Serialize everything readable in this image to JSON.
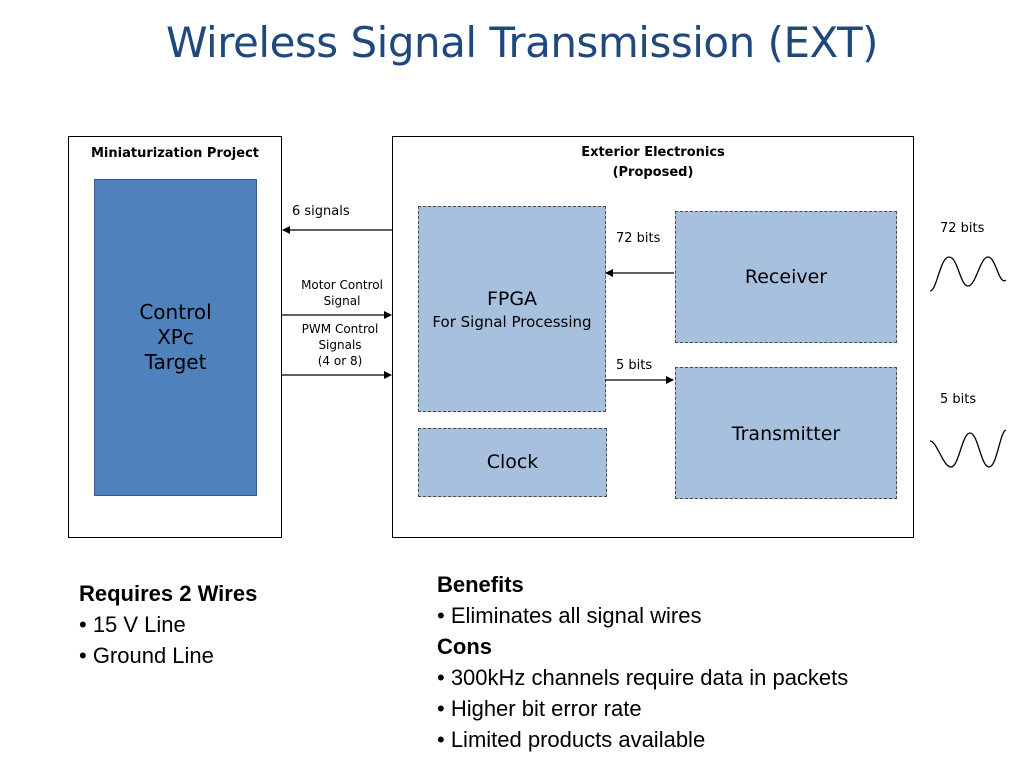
{
  "title": "Wireless Signal Transmission (EXT)",
  "left_box": {
    "title": "Miniaturization Project",
    "control_block": [
      "Control",
      "XPc",
      "Target"
    ]
  },
  "right_box": {
    "title_line1": "Exterior Electronics",
    "title_line2": "(Proposed)",
    "fpga": {
      "line1": "FPGA",
      "line2": "For Signal Processing"
    },
    "clock": "Clock",
    "receiver": "Receiver",
    "transmitter": "Transmitter"
  },
  "signals": {
    "six_signals": "6 signals",
    "motor_control": [
      "Motor Control",
      "Signal"
    ],
    "pwm_control": [
      "PWM Control",
      "Signals",
      "(4 or 8)"
    ],
    "fpga_in_bits": "72 bits",
    "fpga_out_bits": "5 bits",
    "wave_top_bits": "72 bits",
    "wave_bottom_bits": "5 bits"
  },
  "left_text": {
    "heading": "Requires 2 Wires",
    "items": [
      "• 15 V Line",
      "• Ground Line"
    ]
  },
  "right_text": {
    "benefits_heading": "Benefits",
    "benefits": [
      "• Eliminates all signal wires"
    ],
    "cons_heading": "Cons",
    "cons": [
      "• 300kHz channels require data in packets",
      "• Higher bit error rate",
      "• Limited products available"
    ]
  }
}
